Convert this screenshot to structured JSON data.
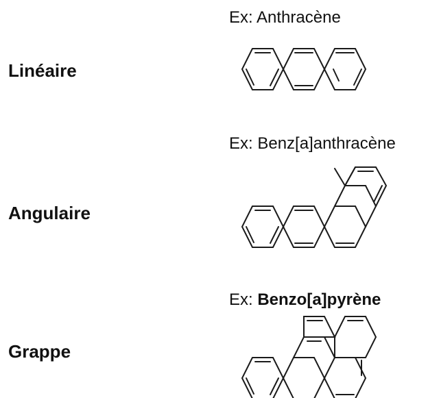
{
  "rows": [
    {
      "category": "Linéaire",
      "example_prefix": "Ex: ",
      "example_name": "Anthracène",
      "example_bold": false,
      "structure": "anthracene"
    },
    {
      "category": "Angulaire",
      "example_prefix": "Ex: ",
      "example_name": "Benz[a]anthracène",
      "example_bold": false,
      "structure": "benz-a-anthracene"
    },
    {
      "category": "Grappe",
      "example_prefix": "Ex: ",
      "example_name": "Benzo[a]pyrène",
      "example_bold": true,
      "structure": "benzo-a-pyrene"
    }
  ]
}
